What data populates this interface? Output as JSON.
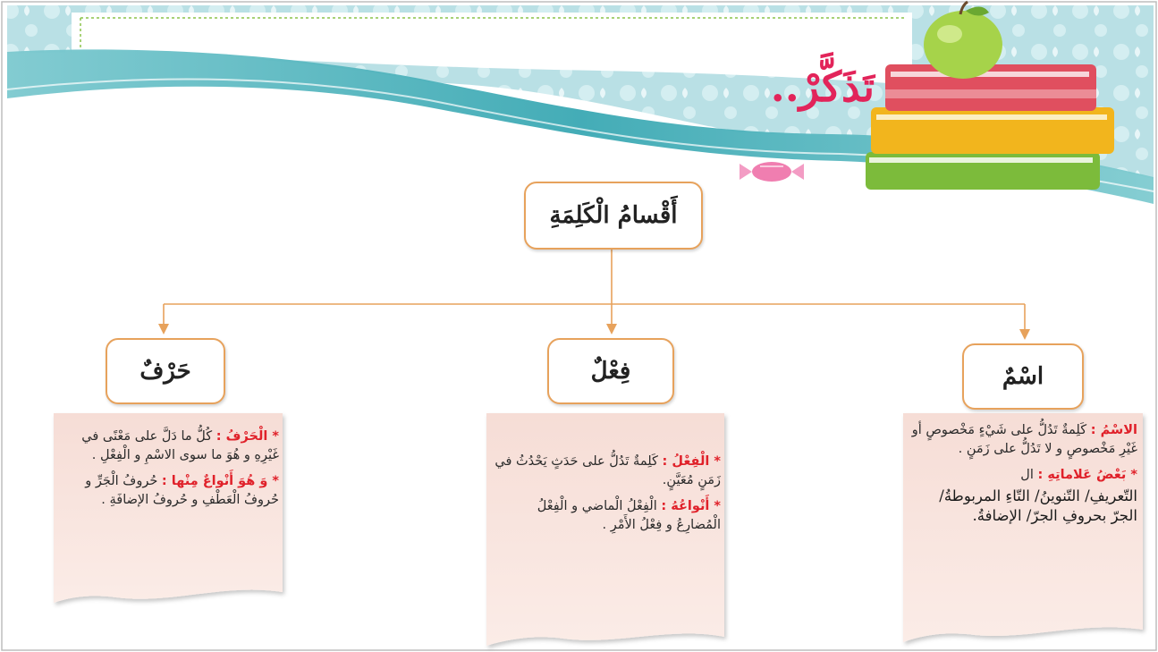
{
  "slide": {
    "title": "تَذَكَّرْ..",
    "root": {
      "label": "أَقْسامُ الْكَلِمَةِ"
    },
    "categories": [
      {
        "label": "حَرْفٌ",
        "notes": [
          {
            "label": "* الْحَرْفُ :",
            "text": "كُلُّ ما دَلَّ على مَعْنًى في غَيْرِهِ و هُوَ ما سوى الاسْمِ و الْفِعْلِ ."
          },
          {
            "label": "* وَ هُوَ أَنْواعٌ مِنْها :",
            "text": "حُروفُ الْجَرِّ و حُروفُ الْعَطْفِ و حُروفُ الإضافَةِ ."
          }
        ]
      },
      {
        "label": "فِعْلٌ",
        "notes": [
          {
            "label": "* الْفِعْلُ :",
            "text": "كَلِمةٌ تَدُلُّ على حَدَثٍ يَحْدُثُ في زَمَنٍ مُعَيَّنٍ."
          },
          {
            "label": "* أَنْواعُهُ :",
            "text": "الْفِعْلُ الْماضي و الْفِعْلُ الْمُضارِعُ و فِعْلُ الأَمْرِ ."
          }
        ]
      },
      {
        "label": "اسْمٌ",
        "notes": [
          {
            "label": "الاسْمُ :",
            "text": "كَلِمةٌ تَدُلُّ على شَيْءٍ مَخْصوصٍ أو غَيْرِ مَخْصوصٍ و لا تَدُلُّ على زَمَنٍ ."
          },
          {
            "label": "* بَعْضُ عَلاماتِهِ :",
            "text": "ال",
            "text2": "التّعريفِ/ التّنوينُ/ التّاءِ المربوطةُ/ الجرّ بحروفِ الجرّ/ الإضافةُ."
          }
        ]
      }
    ]
  },
  "colors": {
    "accent": "#e2245a",
    "label_red": "#e0212a",
    "box_border": "#e7a25c",
    "teal": "#4fb2ba",
    "paper": "#f8e4df"
  },
  "icons": [
    "apple-icon",
    "books-icon",
    "candy-icon"
  ]
}
